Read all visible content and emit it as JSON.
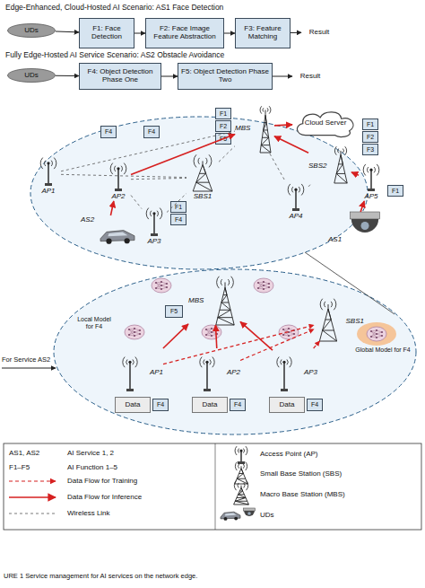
{
  "diagram": {
    "caption": "URE 1 Service management for AI services on the network edge.",
    "nodes": [
      {
        "text": [
          "UDs"
        ]
      },
      {
        "text": [
          "F1: Face Detection"
        ]
      },
      {
        "text": [
          "F2: Face Image Feature Abstraction"
        ]
      },
      {
        "text": [
          "F3: Feature Matching"
        ]
      },
      {
        "text": [
          "Result"
        ]
      },
      {
        "text": [
          "UDs"
        ]
      },
      {
        "text": [
          "F4: Object Detection Phase One"
        ]
      },
      {
        "text": [
          "F5: Object Detection Phase Two"
        ]
      },
      {
        "text": [
          "Result"
        ]
      },
      {
        "text": [
          "F1"
        ]
      },
      {
        "text": [
          "F2"
        ]
      },
      {
        "text": [
          "F5"
        ]
      },
      {
        "text": [
          "MBS"
        ]
      },
      {
        "text": [
          "Cloud Server"
        ]
      },
      {
        "text": [
          "F1"
        ]
      },
      {
        "text": [
          "F2"
        ]
      },
      {
        "text": [
          "F3"
        ]
      },
      {
        "text": [
          "F4"
        ]
      },
      {
        "text": [
          "F4"
        ]
      },
      {
        "text": [
          "AP1"
        ]
      },
      {
        "text": [
          "AP2"
        ]
      },
      {
        "text": [
          "SBS1"
        ]
      },
      {
        "text": [
          "SBS2"
        ]
      },
      {
        "text": [
          "AP4"
        ]
      },
      {
        "text": [
          "AP5"
        ]
      },
      {
        "text": [
          "F1"
        ]
      },
      {
        "text": [
          "AP3"
        ]
      },
      {
        "text": [
          "F1"
        ]
      },
      {
        "text": [
          "F4"
        ]
      },
      {
        "text": [
          "AS2"
        ]
      },
      {
        "text": [
          "AS1"
        ]
      },
      {
        "text": [
          "F5"
        ]
      },
      {
        "text": [
          "MBS"
        ]
      },
      {
        "text": [
          "SBS1"
        ]
      },
      {
        "text": [
          "AP1"
        ]
      },
      {
        "text": [
          "AP2"
        ]
      },
      {
        "text": [
          "AP3"
        ]
      },
      {
        "text": [
          "Data"
        ]
      },
      {
        "text": [
          "F4"
        ]
      },
      {
        "text": [
          "Data"
        ]
      },
      {
        "text": [
          "F4"
        ]
      },
      {
        "text": [
          "Data"
        ]
      },
      {
        "text": [
          "F4"
        ]
      }
    ],
    "edges": [
      {
        "from": 0,
        "to": 1,
        "arrow": "to"
      },
      {
        "from": 1,
        "to": 2,
        "arrow": "to"
      },
      {
        "from": 2,
        "to": 3,
        "arrow": "to"
      },
      {
        "from": 3,
        "to": 4,
        "arrow": "to"
      },
      {
        "from": 5,
        "to": 6,
        "arrow": "to"
      },
      {
        "from": 6,
        "to": 7,
        "arrow": "to"
      },
      {
        "from": 7,
        "to": 8,
        "arrow": "to"
      },
      {
        "from": 29,
        "to": 20,
        "arrow": "to"
      },
      {
        "from": 20,
        "to": 12,
        "arrow": "to"
      },
      {
        "from": 12,
        "to": 13,
        "arrow": "to"
      },
      {
        "from": 30,
        "to": 24,
        "arrow": "to"
      },
      {
        "from": 24,
        "to": 22,
        "arrow": "to"
      },
      {
        "from": 22,
        "to": 12,
        "arrow": "to"
      },
      {
        "from": 19,
        "to": 12,
        "arrow": "none"
      },
      {
        "from": 19,
        "to": 21,
        "arrow": "none"
      },
      {
        "from": 20,
        "to": 21,
        "arrow": "none"
      },
      {
        "from": 20,
        "to": 26,
        "arrow": "none"
      },
      {
        "from": 26,
        "to": 21,
        "arrow": "none"
      },
      {
        "from": 21,
        "to": 12,
        "arrow": "none"
      },
      {
        "from": 23,
        "to": 22,
        "arrow": "none"
      },
      {
        "from": 23,
        "to": 12,
        "arrow": "none"
      },
      {
        "from": 34,
        "to": 32,
        "arrow": "to"
      },
      {
        "from": 35,
        "to": 32,
        "arrow": "to"
      },
      {
        "from": 36,
        "to": 32,
        "arrow": "to"
      },
      {
        "from": 34,
        "to": 33,
        "arrow": "to"
      },
      {
        "from": 35,
        "to": 33,
        "arrow": "to"
      },
      {
        "from": 36,
        "to": 33,
        "arrow": "to"
      }
    ],
    "labels": [
      "Edge-Enhanced, Cloud-Hosted AI Scenario: AS1 Face Detection",
      "Fully Edge-Hosted AI Service Scenario: AS2 Obstacle Avoidance",
      "For Service AS2",
      "Local Model for F4",
      "Global Model for F4",
      "AS1, AS2",
      "AI Service 1, 2",
      "F1–F5",
      "AI Function 1–5"
    ],
    "legend": [
      {
        "text": "Data Flow for Training"
      },
      {
        "text": "Data Flow for Inference"
      },
      {
        "text": "Wireless Link"
      },
      {
        "text": "Access Point (AP)"
      },
      {
        "text": "Small Base Station (SBS)"
      },
      {
        "text": "Macro Base Station (MBS)"
      },
      {
        "text": "UDs"
      }
    ]
  }
}
